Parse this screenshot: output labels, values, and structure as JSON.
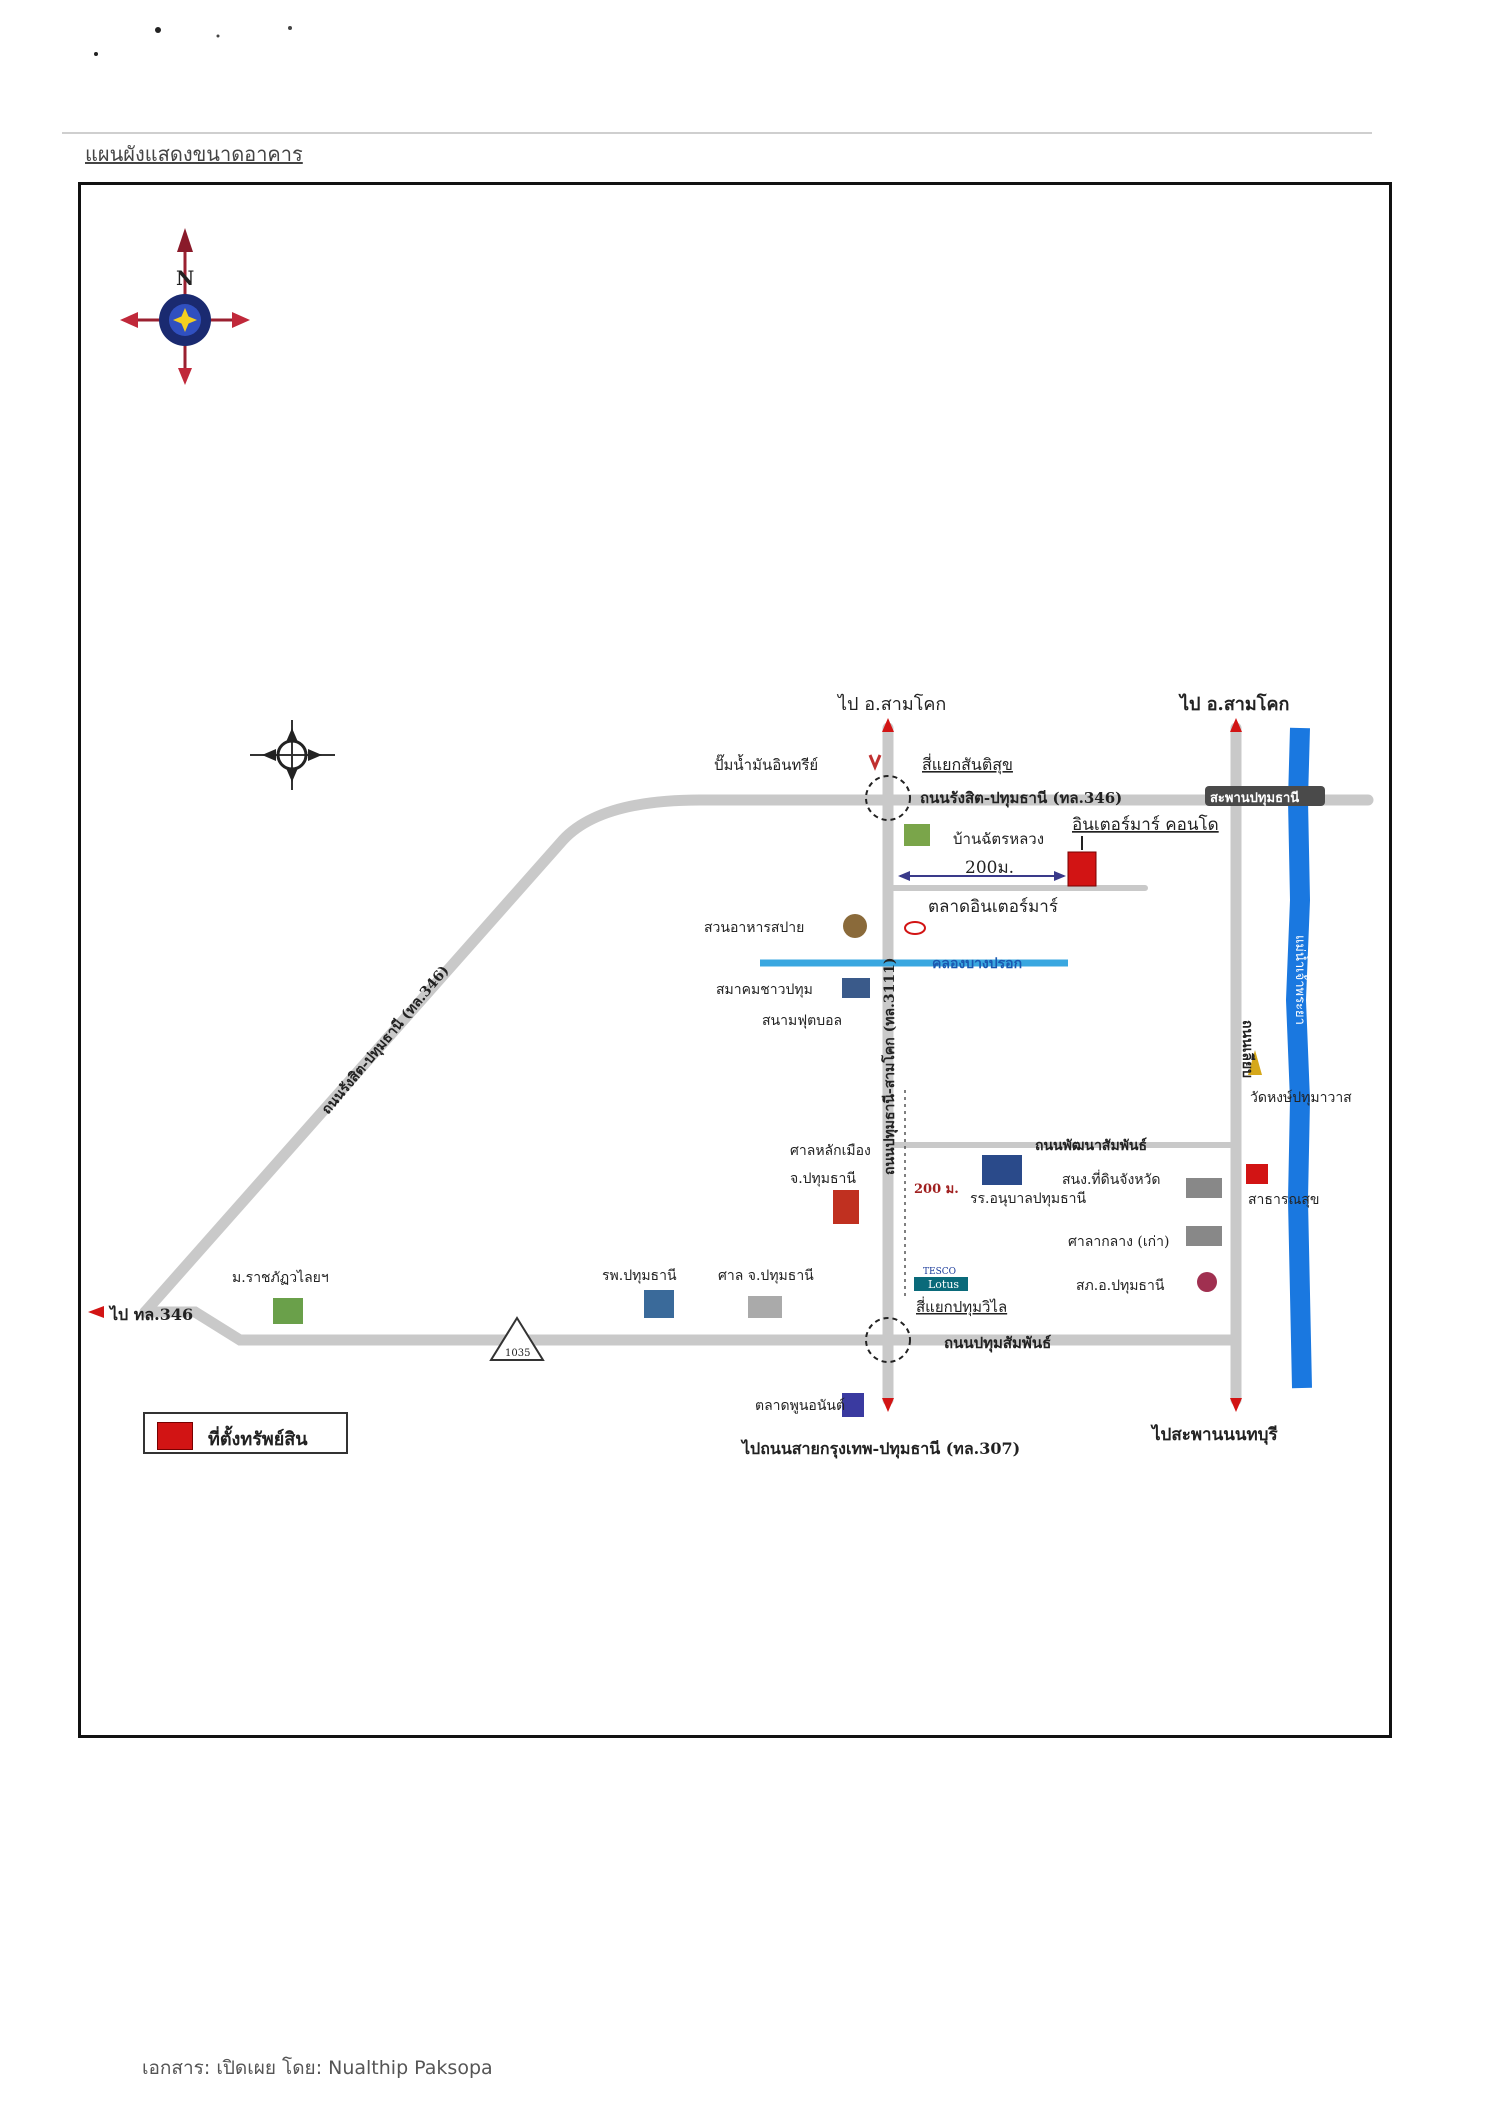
{
  "header": {
    "title": "แผนผังแสดงขนาดอาคาร"
  },
  "legend": {
    "label": "ที่ตั้งทรัพย์สิน",
    "color": "#d21414"
  },
  "footer": {
    "text": "เอกสาร: เปิดเผย โดย: Nualthip Paksopa"
  },
  "colors": {
    "road": "#c9c9c9",
    "river": "#1a78e0",
    "canal": "#39a7e0",
    "property": "#d21414"
  },
  "compass_large": {
    "label": "N"
  },
  "labels": {
    "to_samkhok_1": "ไป อ.สามโคก",
    "to_samkhok_2": "ไป อ.สามโคก",
    "petrol_station": "ปั๊มน้ำมันอินทรีย์",
    "intersection_top": "สี่แยกสันติสุข",
    "road_rangsit": "ถนนรังสิต-ปทุมธานี (ทล.346)",
    "bridge": "สะพานปทุมธานี",
    "ban_chat": "บ้านฉัตรหลวง",
    "property_name": "อินเตอร์มาร์ คอนโด",
    "distance_1": "200ม.",
    "market_inter": "ตลาดอินเตอร์มาร์",
    "garden": "สวนอาหารสปาย",
    "canal": "คลองบางปรอก",
    "school_1": "สมาคมชาวปทุม",
    "school_2": "สนามฟุตบอล",
    "road_vertical": "ถนนปทุมธานี-สามโคก (ทล.3111)",
    "road_right_vertical": "ถนนเลียบ",
    "river_label": "แม่น้ำเจ้าพระยา",
    "temple": "วัดหงษ์ปทุมาวาส",
    "road_pathum_sampan": "ถนนพัฒนาสัมพันธ์",
    "shrine_1": "ศาลหลักเมือง",
    "shrine_2": "จ.ปทุมธานี",
    "distance_2": "200 ม.",
    "school_anuban": "รร.อนุบาลปทุมธานี",
    "provincial_office": "สนง.ที่ดินจังหวัด",
    "health_office": "สาธารณสุข",
    "old_office": "ศาลากลาง (เก่า)",
    "police": "สภ.อ.ปทุมธานี",
    "diagonal_road": "ถนนรังสิต-ปทุมธานี (ทล.346)",
    "hospital": "รพ.ปทุมธานี",
    "court": "ศาล จ.ปทุมธานี",
    "tesco": "TESCO",
    "lotus": "Lotus",
    "intersection_bottom": "สี่แยกปทุมวิไล",
    "road_bottom": "ถนนปทุมสัมพันธ์",
    "university": "ม.ราชภัฏวไลยฯ",
    "to_346": "ไป ทล.346",
    "route_1035": "1035",
    "market_bottom": "ตลาดพูนอนันต์",
    "to_bangkok": "ไปถนนสายกรุงเทพ-ปทุมธานี (ทล.307)",
    "to_nonthaburi": "ไปสะพานนนทบุรี"
  }
}
